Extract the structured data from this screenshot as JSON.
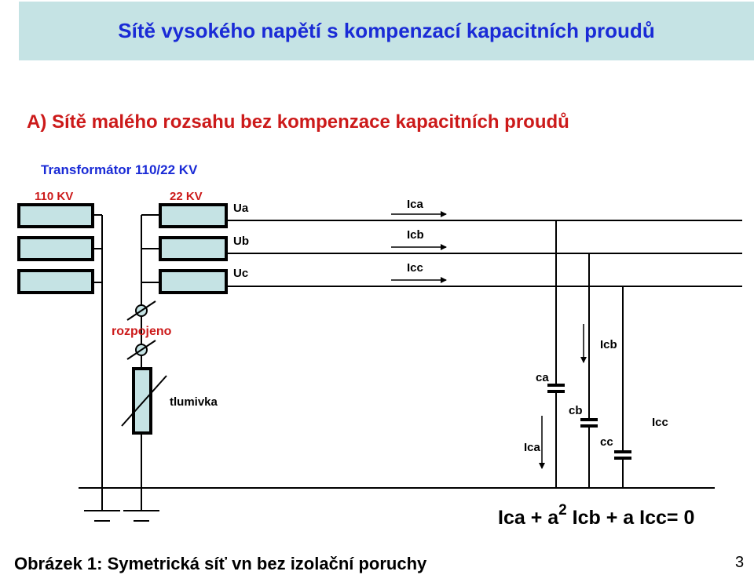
{
  "title": "Sítě vysokého napětí s kompenzací kapacitních proudů",
  "subtitle": "A) Sítě malého rozsahu bez kompenzace kapacitních proudů",
  "transformer_label": "Transformátor 110/22 KV",
  "labels": {
    "primary_voltage": "110 KV",
    "secondary_voltage": "22 KV",
    "phase_a": "Ua",
    "phase_b": "Ub",
    "phase_c": "Uc",
    "current_a": "Ica",
    "current_b": "Icb",
    "current_c": "Icc",
    "disconnected": "rozpojeno",
    "choke": "tlumivka",
    "cap_a": "ca",
    "cap_b": "cb",
    "cap_c": "cc",
    "ground_current_a": "Ica",
    "ground_current_b": "Icb",
    "ground_current_c": "Icc"
  },
  "equation": {
    "part1": "Ica + a",
    "superscript": "2",
    "part2": " Icb + a Icc= 0"
  },
  "caption": "Obrázek 1: Symetrická síť vn bez izolační poruchy",
  "page_number": "3",
  "colors": {
    "title_bg": "#c5e3e4",
    "title_text": "#1a2bd6",
    "subtitle": "#cc1a1a",
    "label_red": "#cc1a1a",
    "label_blue": "#1a2bd6",
    "winding_fill": "#c5e3e4"
  }
}
